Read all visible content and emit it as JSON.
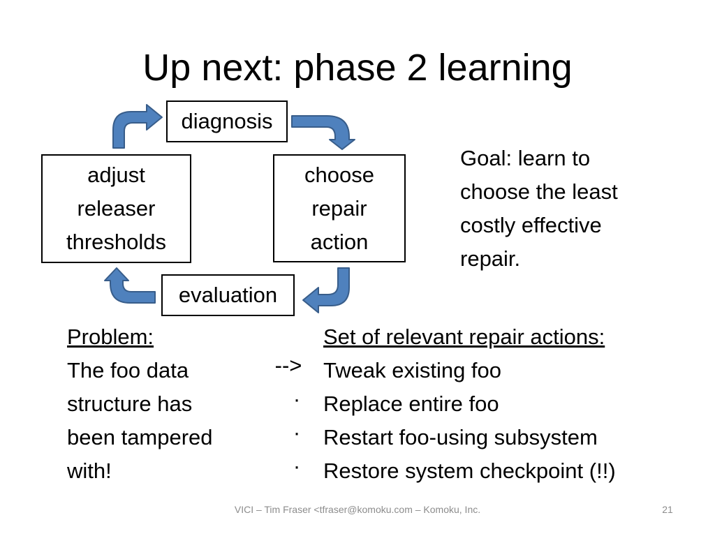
{
  "slide": {
    "title": "Up next: phase 2 learning",
    "cycle": {
      "diagnosis": "diagnosis",
      "choose_repair": [
        "choose",
        "repair",
        "action"
      ],
      "evaluation": "evaluation",
      "adjust": [
        "adjust",
        "releaser",
        "thresholds"
      ],
      "arrow_color": "#4f81bd",
      "arrow_outline": "#385d8a"
    },
    "goal": [
      "Goal: learn to",
      "choose the least",
      "costly effective",
      "repair."
    ],
    "problem": {
      "heading": "Problem:",
      "lines": [
        "The foo data",
        "structure has",
        "been tampered",
        "with!"
      ]
    },
    "middle": [
      "-->",
      "·",
      "·",
      "·"
    ],
    "actions": {
      "heading": "Set of relevant repair actions:",
      "items": [
        "Tweak existing foo",
        "Replace entire foo",
        "Restart foo-using subsystem",
        "Restore system checkpoint (!!)"
      ]
    },
    "footer": "VICI – Tim Fraser <tfraser@komoku.com – Komoku, Inc.",
    "page_number": "21"
  }
}
